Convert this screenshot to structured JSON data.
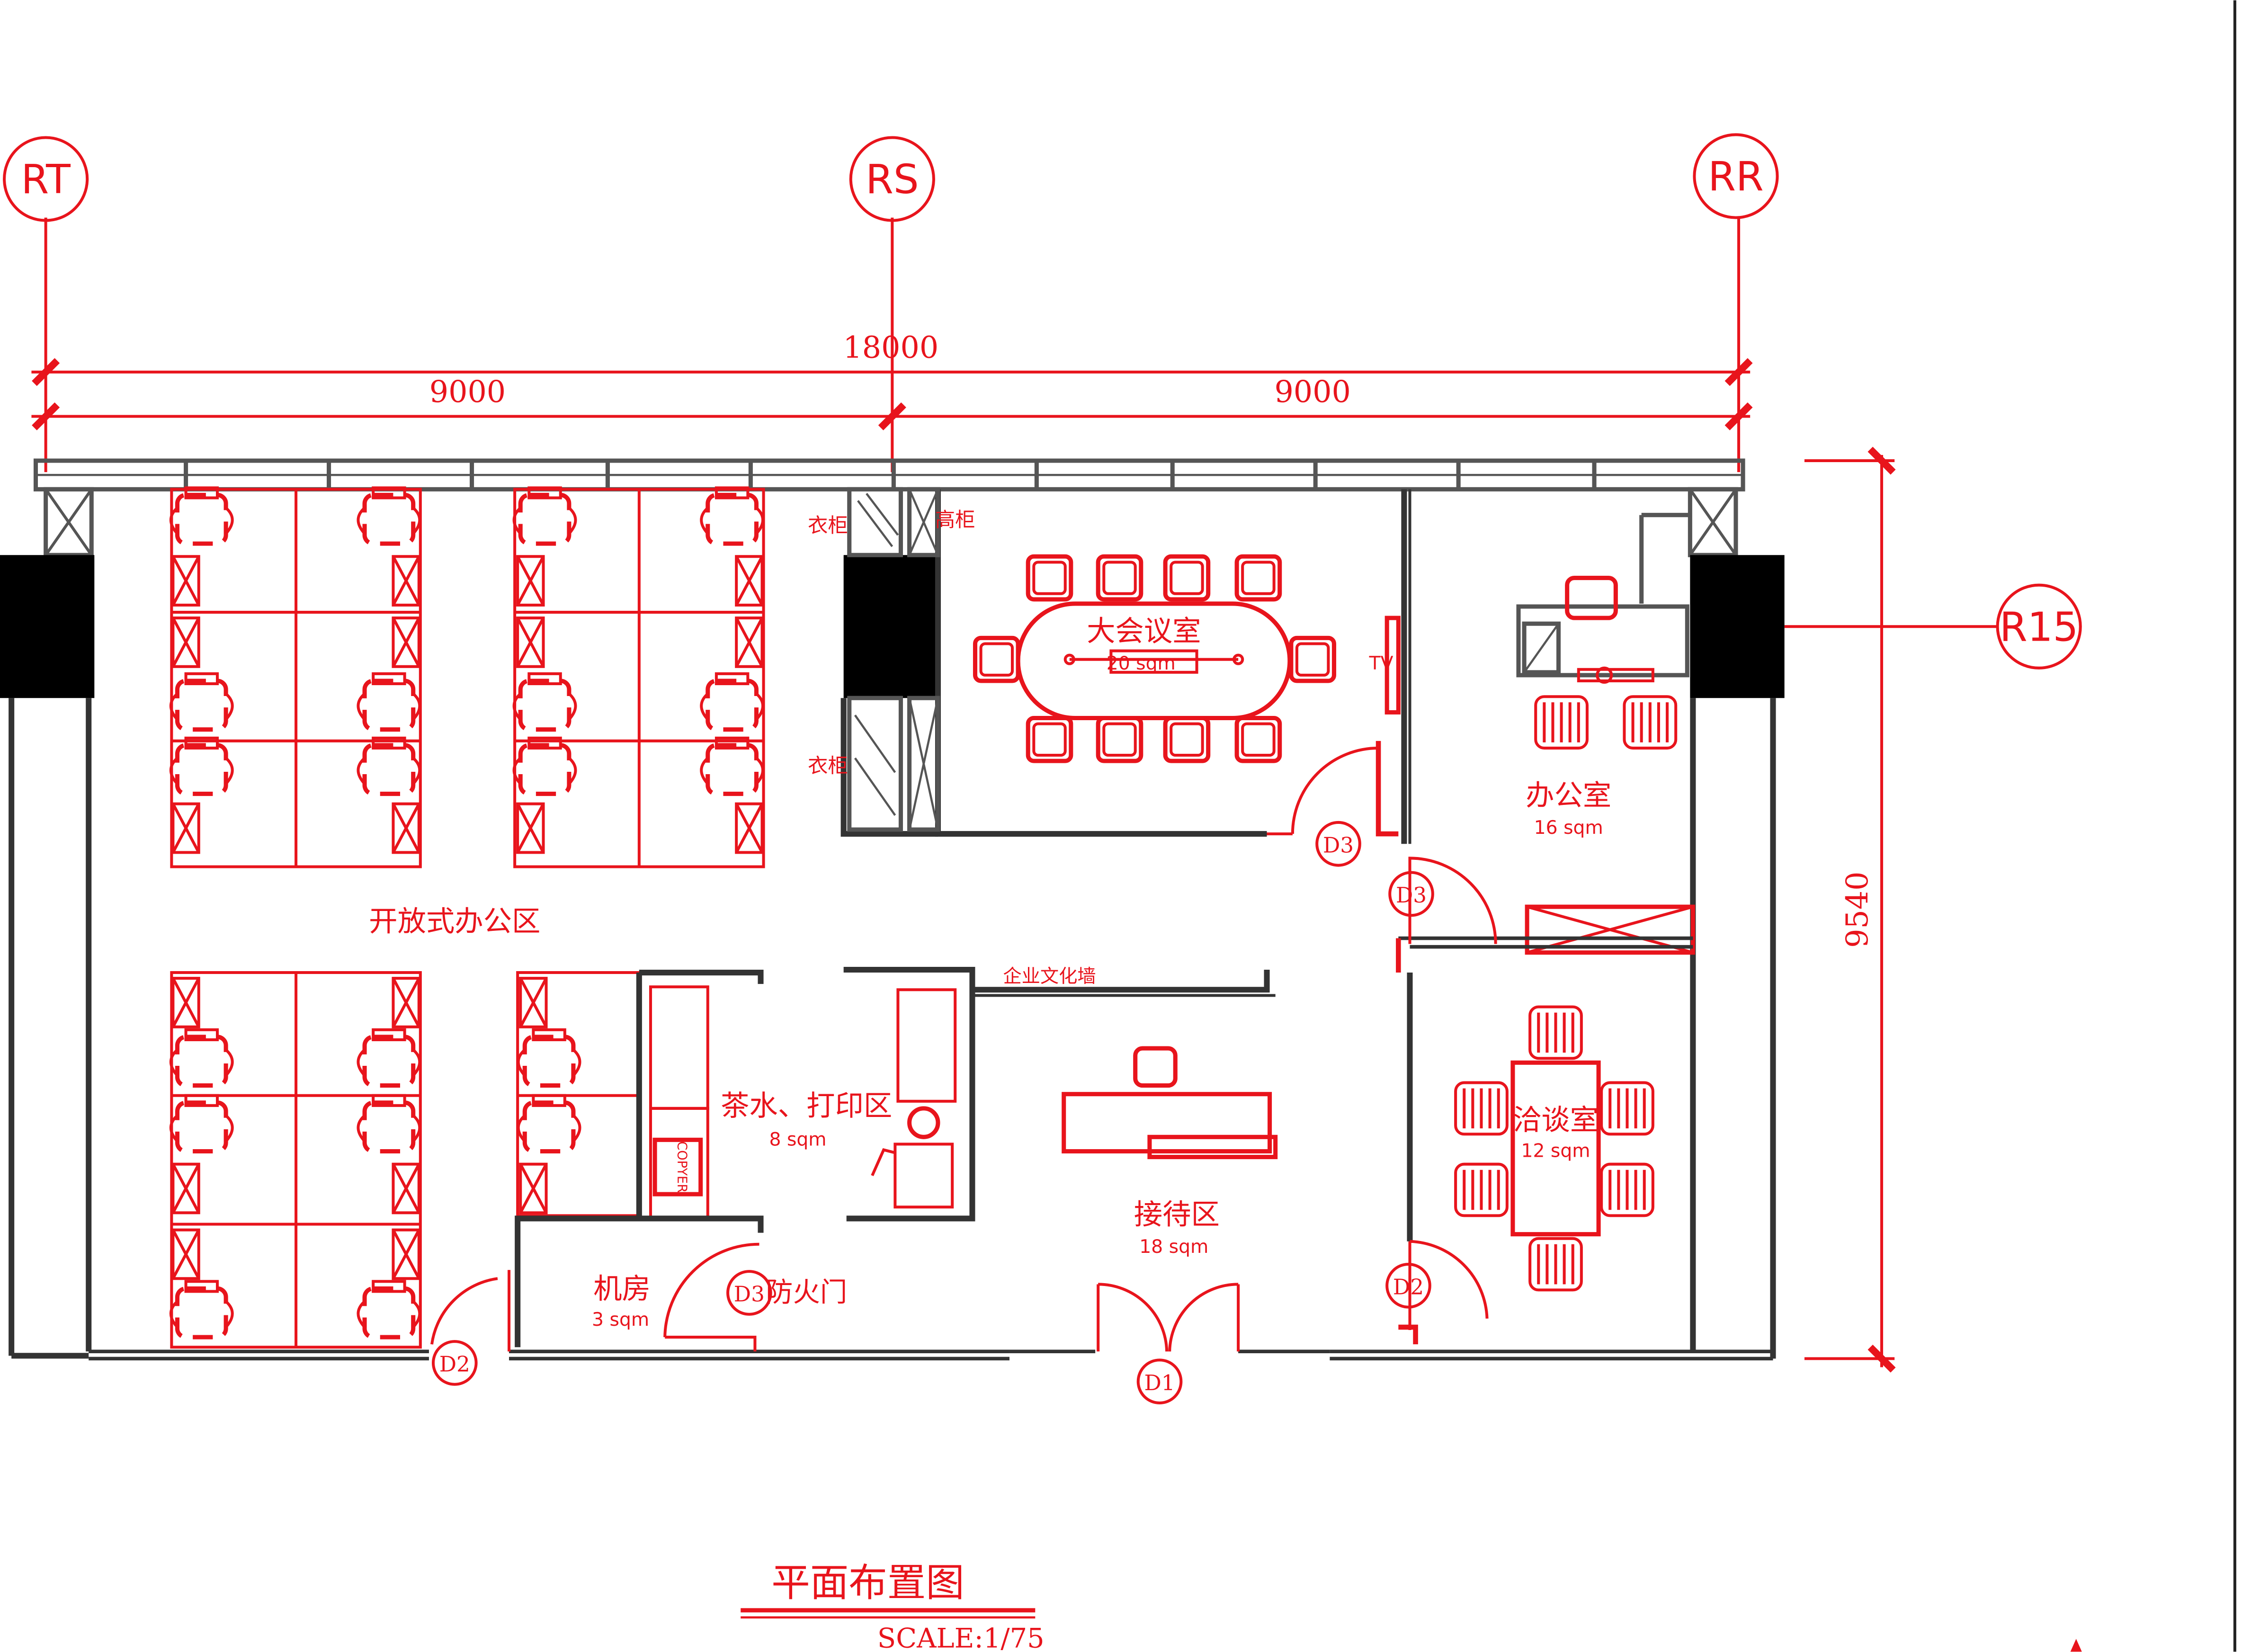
{
  "grid_axes": {
    "rt": "RT",
    "rs": "RS",
    "rr": "RR",
    "r15": "R15"
  },
  "dimensions": {
    "total": "18000",
    "left": "9000",
    "right": "9000",
    "height": "9540"
  },
  "rooms": {
    "open_office": {
      "name": "开放式办公区"
    },
    "meeting_room": {
      "name": "大会议室",
      "area": "20 sqm"
    },
    "office": {
      "name": "办公室",
      "area": "16 sqm"
    },
    "negotiation_room": {
      "name": "洽谈室",
      "area": "12 sqm"
    },
    "tea_print": {
      "name": "茶水、打印区",
      "area": "8 sqm"
    },
    "reception": {
      "name": "接待区",
      "area": "18 sqm"
    },
    "server_room": {
      "name": "机房",
      "area": "3 sqm"
    }
  },
  "labels": {
    "wardrobe_top": "衣柜",
    "wardrobe_bottom": "衣柜",
    "tall_cabinet": "高柜",
    "tv": "TV",
    "culture_wall": "企业文化墙",
    "fire_door": "防火门",
    "copier": "COPYER"
  },
  "doors": {
    "d1": "D1",
    "d2_left": "D2",
    "d2_right": "D2",
    "d3_meeting": "D3",
    "d3_office": "D3",
    "d3_fire": "D3"
  },
  "title_block": {
    "title": "平面布置图",
    "scale": "SCALE:1/75"
  },
  "colors": {
    "linework": "#e8141c",
    "walls": "#333333",
    "columns": "#000000"
  }
}
